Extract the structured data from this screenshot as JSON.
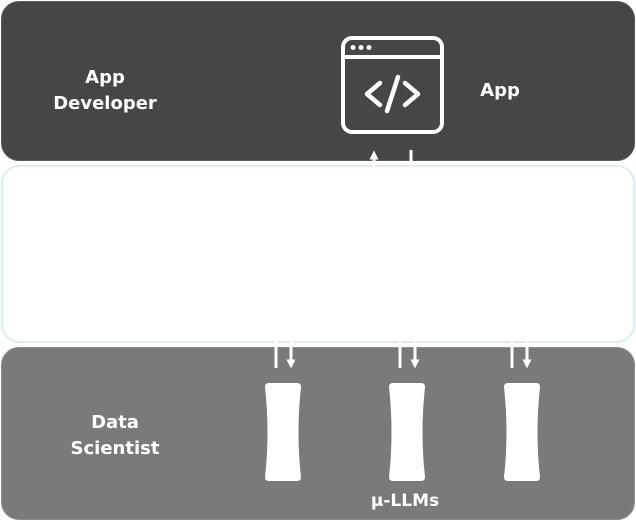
{
  "developer_layer": {
    "role_line1": "App",
    "role_line2": "Developer",
    "app_label": "App",
    "app_icon": "code-window-icon"
  },
  "middle_layer": {},
  "scientist_layer": {
    "role_line1": "Data",
    "role_line2": "Scientist",
    "models_label": "μ-LLMs",
    "model_icon": "micro-llm-model-icon",
    "model_count": 3
  },
  "colors": {
    "top_panel": "#464646",
    "bottom_panel": "#7a7a7a",
    "middle_panel_border": "#d7eef6",
    "foreground": "#ffffff"
  }
}
